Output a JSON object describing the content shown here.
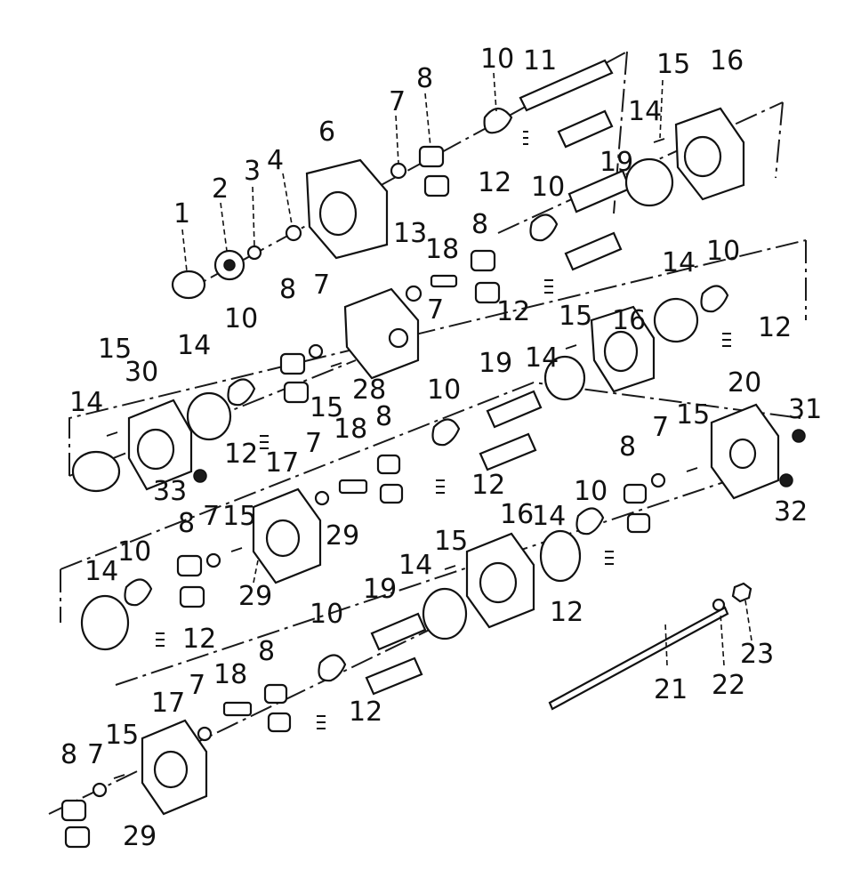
{
  "callouts": {
    "c1": "1",
    "c2": "2",
    "c3": "3",
    "c4": "4",
    "c6": "6",
    "c7a": "7",
    "c8a": "8",
    "c10a": "10",
    "c11": "11",
    "c15a": "15",
    "c16a": "16",
    "c12a": "12",
    "c13": "13",
    "c14a": "14",
    "c19a": "19",
    "c10b": "10",
    "c8b": "8",
    "c18a": "18",
    "c7b": "7",
    "c12b": "12",
    "c15b": "15",
    "c30": "30",
    "c14b": "14",
    "c10c": "10",
    "c8c": "8",
    "c7c": "7",
    "c28": "28",
    "c15c": "15",
    "c16b": "16",
    "c14c": "14",
    "c10d": "10",
    "c12c": "12",
    "c15d": "15",
    "c14d": "14",
    "c12d": "12",
    "c33": "33",
    "c19b": "19",
    "c10e": "10",
    "c8d": "8",
    "c18b": "18",
    "c7d": "7",
    "c17a": "17",
    "c12e": "12",
    "c20": "20",
    "c31": "31",
    "c15e": "15",
    "c7e": "7",
    "c8e": "8",
    "c32": "32",
    "c14e": "14",
    "c10f": "10",
    "c8f": "8",
    "c7f": "7",
    "c15f": "15",
    "c29a": "29",
    "c29b": "29",
    "c16c": "16",
    "c15g": "15",
    "c14f": "14",
    "c10g": "10",
    "c12f": "12",
    "c14g": "14",
    "c12g": "12",
    "c19c": "19",
    "c10h": "10",
    "c8g": "8",
    "c18c": "18",
    "c7g": "7",
    "c17b": "17",
    "c12h": "12",
    "c21": "21",
    "c22": "22",
    "c23": "23",
    "c8h": "8",
    "c7h": "7",
    "c15h": "15",
    "c29c": "29"
  }
}
